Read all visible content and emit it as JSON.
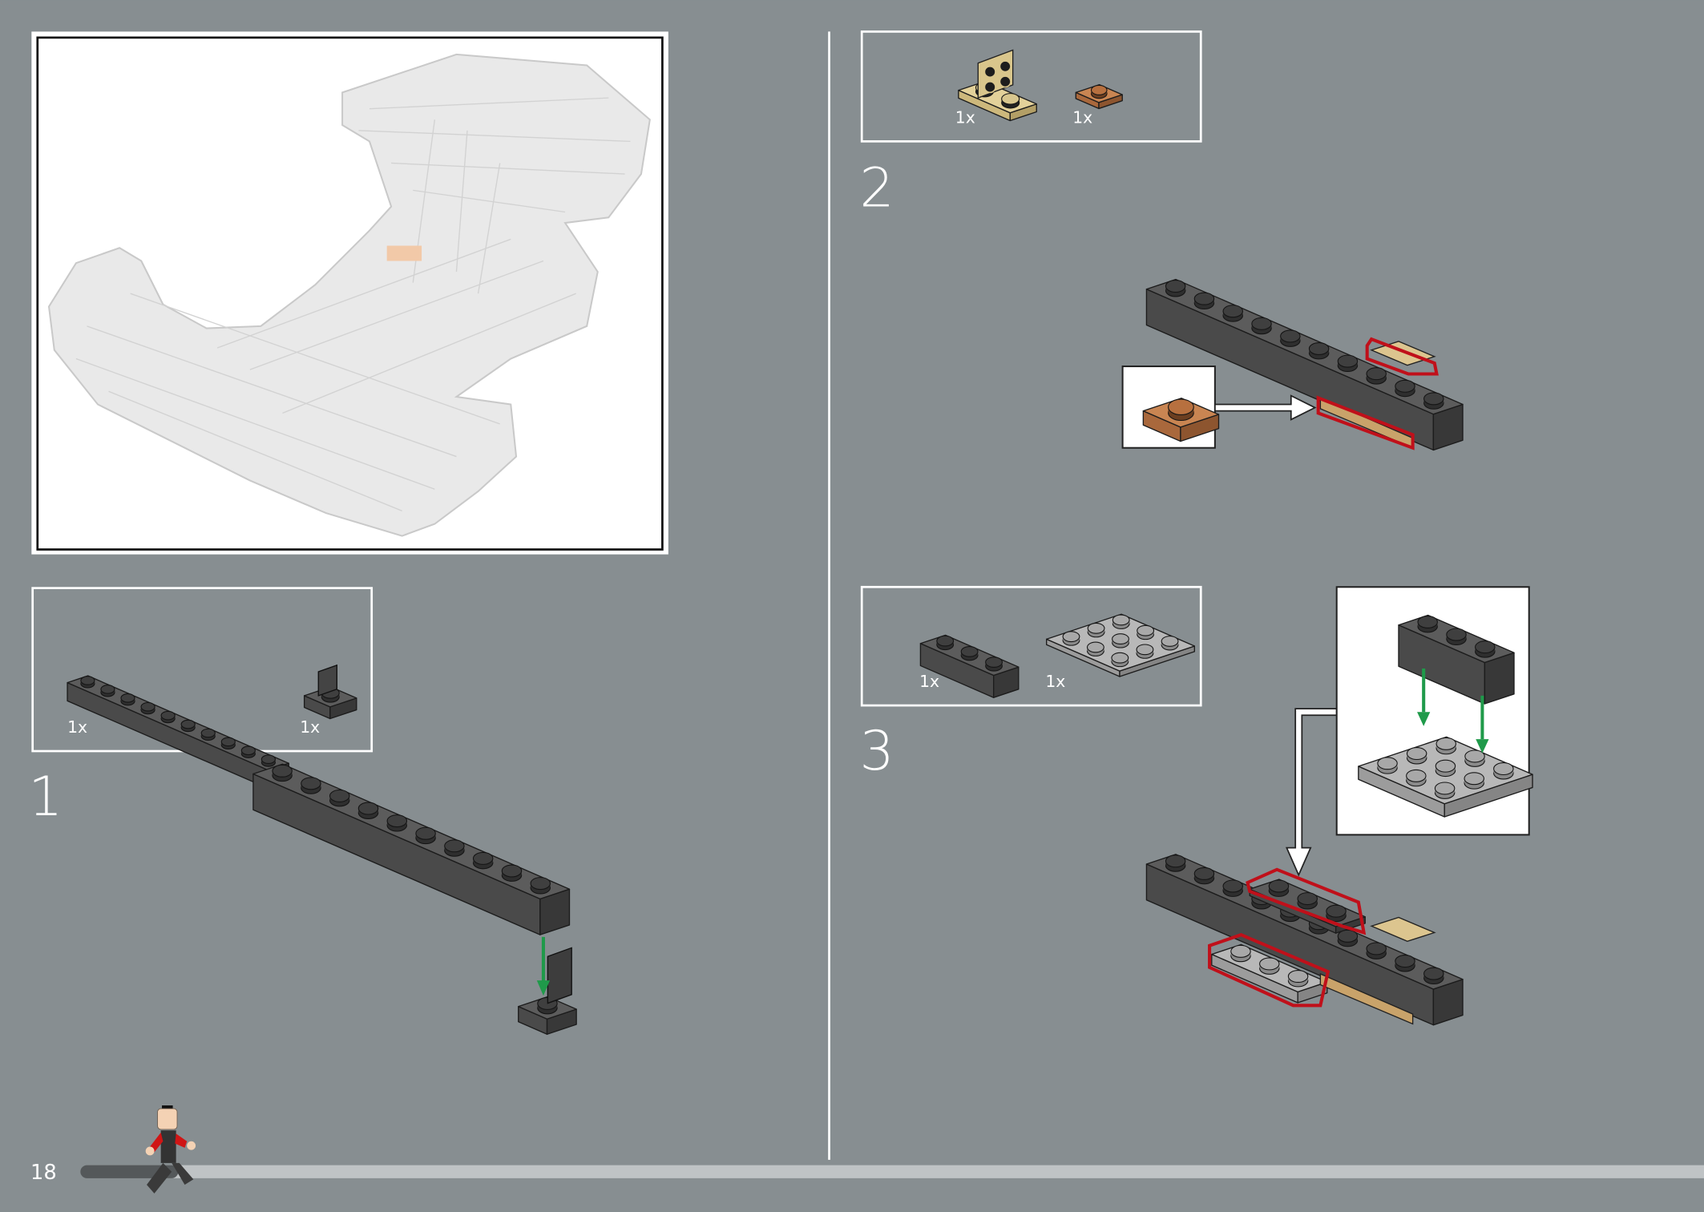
{
  "page_number": "18",
  "colors": {
    "background": "#878e91",
    "frame": "#ffffff",
    "highlight": "#c0101a",
    "arrow_green": "#1f9a4a",
    "progress_done": "#54585a",
    "progress_remaining": "#bfc3c5"
  },
  "progress": {
    "fraction": 0.05
  },
  "overview": {
    "label": "model-overview"
  },
  "steps": [
    {
      "number": "1",
      "parts": [
        {
          "name": "brick-1x10-dark-gray",
          "qty": "1x"
        },
        {
          "name": "bracket-1x1-dark-gray",
          "qty": "1x"
        }
      ]
    },
    {
      "number": "2",
      "parts": [
        {
          "name": "bracket-2x2-tan",
          "qty": "1x"
        },
        {
          "name": "plate-1x1-brown",
          "qty": "1x"
        }
      ]
    },
    {
      "number": "3",
      "parts": [
        {
          "name": "brick-1x3-dark-gray",
          "qty": "1x"
        },
        {
          "name": "plate-3x3-light-gray",
          "qty": "1x"
        }
      ]
    }
  ]
}
